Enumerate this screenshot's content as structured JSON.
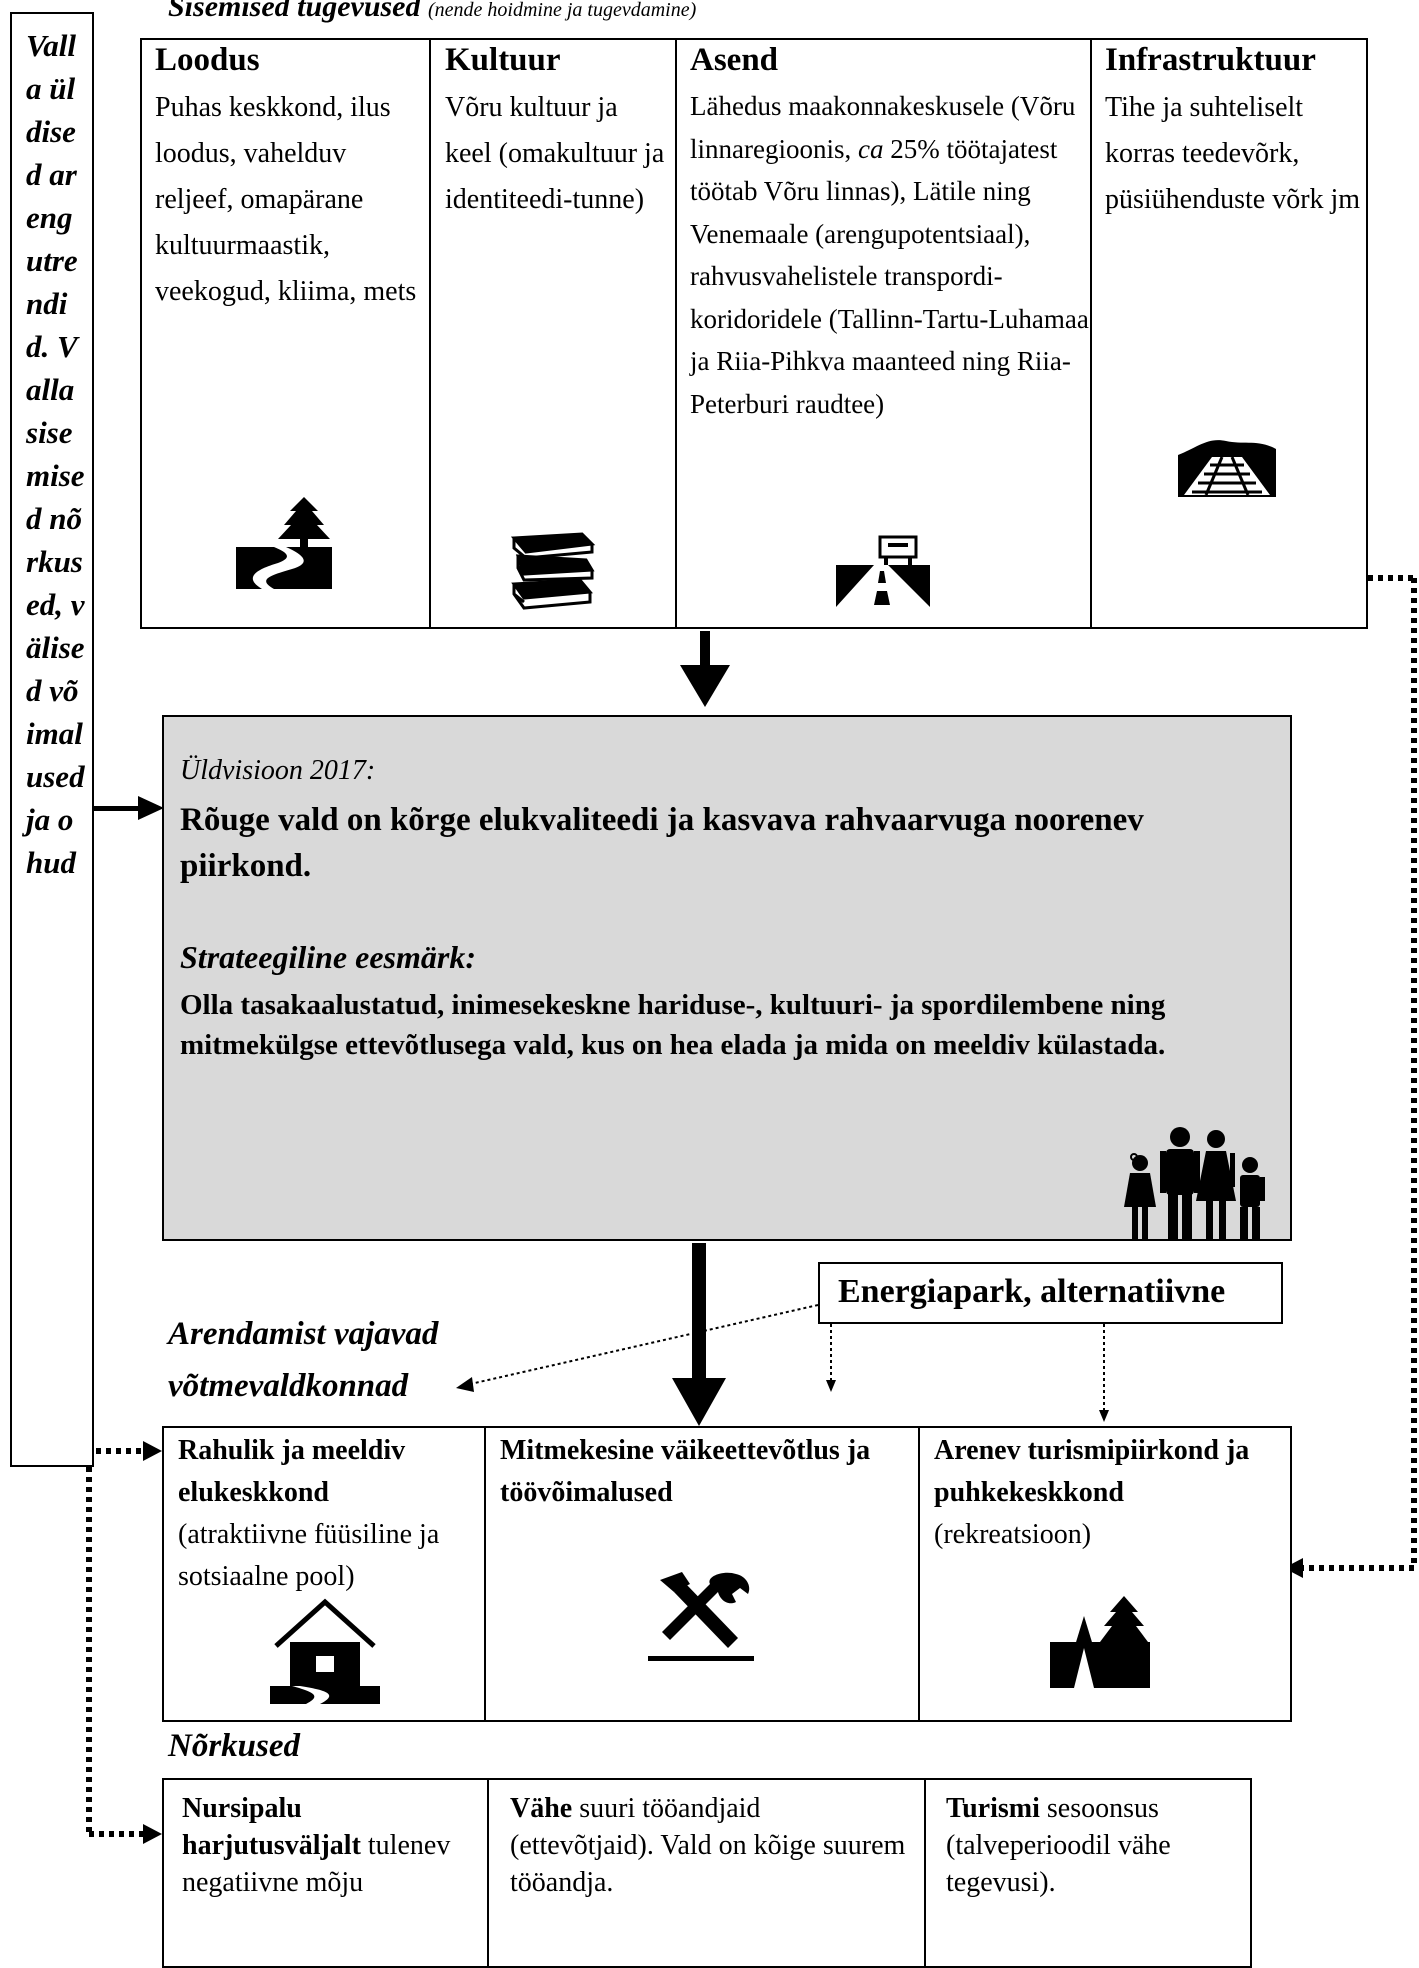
{
  "header": {
    "title": "Sisemised tugevused",
    "note": "(nende hoidmine ja tugevdamine)"
  },
  "left_box": {
    "text": "Valla üldised arengutrendid. Valla sisemised nõrkused, välised võimalused ja ohud"
  },
  "strengths": [
    {
      "heading": "Loodus",
      "body": "Puhas keskkond, ilus loodus, vahelduv reljeef, omapärane kultuurmaastik, veekogud, kliima, mets",
      "icon": "river-tree-icon"
    },
    {
      "heading": "Kultuur",
      "body": "Võru kultuur ja keel (omakultuur ja identiteedi-tunne)",
      "icon": "books-icon"
    },
    {
      "heading": "Asend",
      "body_parts": [
        "Lähedus maakonnakeskusele (Võru linnaregioonis, ",
        "ca",
        " 25% töötajatest töötab Võru linnas), Lätile ning Venemaale (arengupotentsiaal), rahvusvahelistele transpordi-koridoridele (Tallinn-Tartu-Luhamaa ja Riia-Pihkva maanteed ning Riia-Peterburi raudtee)"
      ],
      "icon": "road-sign-icon"
    },
    {
      "heading": "Infrastruktuur",
      "body": "Tihe ja suhteliselt korras teedevõrk, püsiühenduste võrk jm",
      "icon": "railway-icon"
    }
  ],
  "vision": {
    "label": "Üldvisioon 2017:",
    "statement": "Rõuge vald on kõrge elukvaliteedi ja kasvava rahvaarvuga noorenev piirkond.",
    "goal_label": "Strateegiline eesmärk:",
    "goal": "Olla tasakaalustatud, inimesekeskne hariduse-, kultuuri- ja spordilembene ning mitmekülgse ettevõtlusega vald, kus on hea elada ja mida on meeldiv külastada.",
    "icon": "family-icon"
  },
  "energy": {
    "label": "Energiapark, alternatiivne"
  },
  "development": {
    "label_line1": "Arendamist vajavad",
    "label_line2": "võtmevaldkonnad",
    "items": [
      {
        "title": "Rahulik ja meeldiv elukeskkond",
        "body": "(atraktiivne füüsiline ja sotsiaalne pool)",
        "icon": "house-icon"
      },
      {
        "title": "Mitmekesine väikeettevõtlus ja töövõimalused",
        "body": "",
        "icon": "tools-icon"
      },
      {
        "title": "Arenev turismipiirkond ja puhkekeskkond",
        "body": "(rekreatsioon)",
        "icon": "tent-tree-icon"
      }
    ]
  },
  "weaknesses": {
    "label": "Nõrkused",
    "items": [
      {
        "bold": "Nursipalu harjutusväljalt",
        "rest": "tulenev negatiivne mõju"
      },
      {
        "bold": "Vähe",
        "rest": "suuri tööandjaid (ettevõtjaid). Vald on kõige suurem tööandja."
      },
      {
        "bold": "Turismi",
        "rest": "sesoonsus (talveperioodil vähe tegevusi)."
      }
    ]
  }
}
